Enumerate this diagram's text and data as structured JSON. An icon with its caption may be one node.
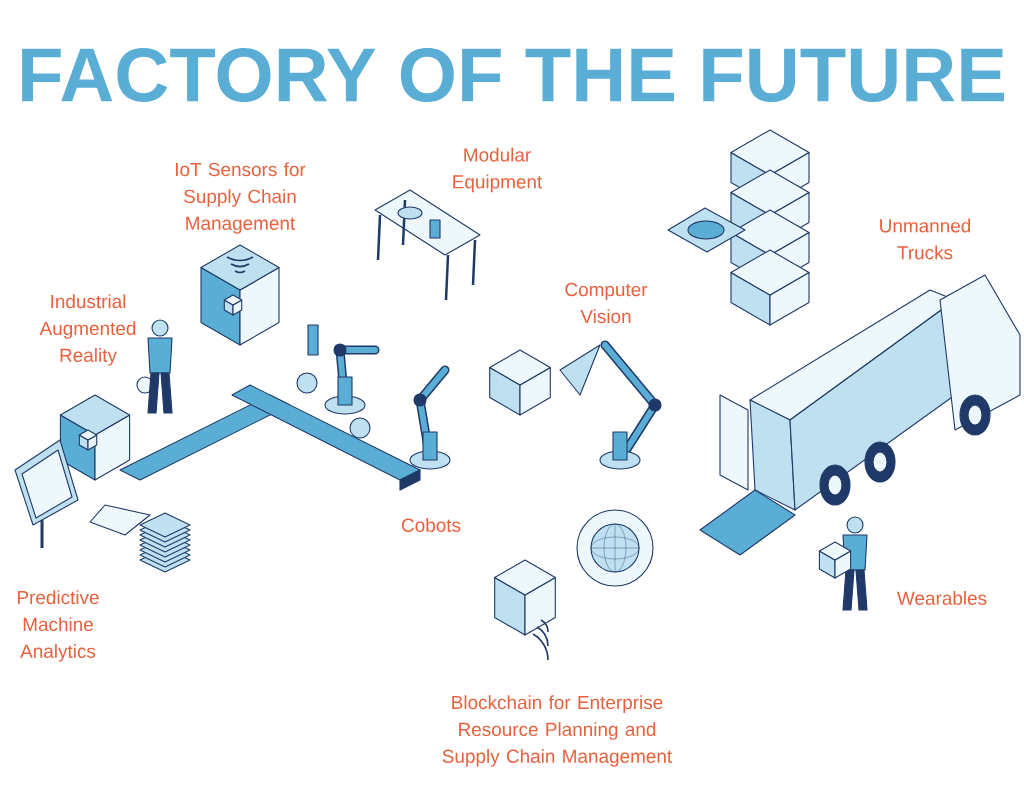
{
  "diagram": {
    "title": "FACTORY OF THE FUTURE",
    "labels": [
      "IoT Sensors for Supply Chain Management",
      "Modular Equipment",
      "Industrial Augmented Reality",
      "Computer Vision",
      "Unmanned Trucks",
      "Cobots",
      "Predictive Machine Analytics",
      "Wearables",
      "Blockchain for Enterprise Resource Planning and Supply Chain Management"
    ]
  }
}
